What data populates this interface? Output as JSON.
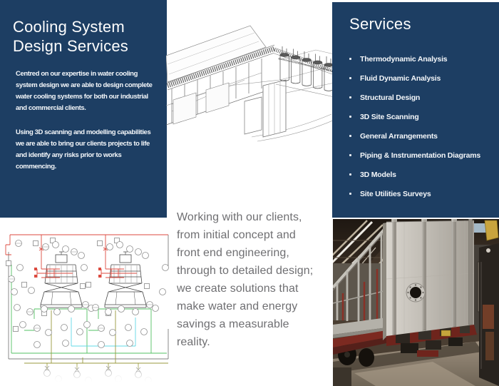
{
  "left_panel": {
    "title": "Cooling System\nDesign Services",
    "paragraph1": "Centred on our expertise in water cooling\nsystem design we are able to design complete\nwater cooling systems for both our industrial\nand commercial clients.",
    "paragraph2": "Using 3D scanning and modelling capabilities\nwe are able to bring our clients projects to life\nand identify any risks prior to works\ncommencing."
  },
  "services_panel": {
    "title": "Services",
    "items": [
      "Thermodynamic Analysis",
      "Fluid Dynamic Analysis",
      "Structural Design",
      "3D Site Scanning",
      "General Arrangements",
      "Piping & Instrumentation Diagrams",
      "3D Models",
      "Site Utilities Surveys"
    ]
  },
  "center_text": {
    "paragraph": "Working with our clients,\nfrom initial concept and\nfront end engineering,\nthrough to detailed design;\nwe create solutions that\nmake water and energy\nsavings a measurable\nreality."
  },
  "images": {
    "cad_wireframe": "3D wireframe CAD model of industrial cooling plant",
    "pid_diagram": "P&ID drawing of twin cooling towers",
    "workshop_photo": "Fabricated cooling unit loaded on low-loader trailer in workshop"
  },
  "colors": {
    "panel_navy": "#1d3e63",
    "body_text_gray": "#6f6f72",
    "pid_red": "#dc4a3f",
    "pid_green": "#53c163",
    "pid_cyan": "#62d8e6",
    "pid_olive": "#99993d"
  }
}
